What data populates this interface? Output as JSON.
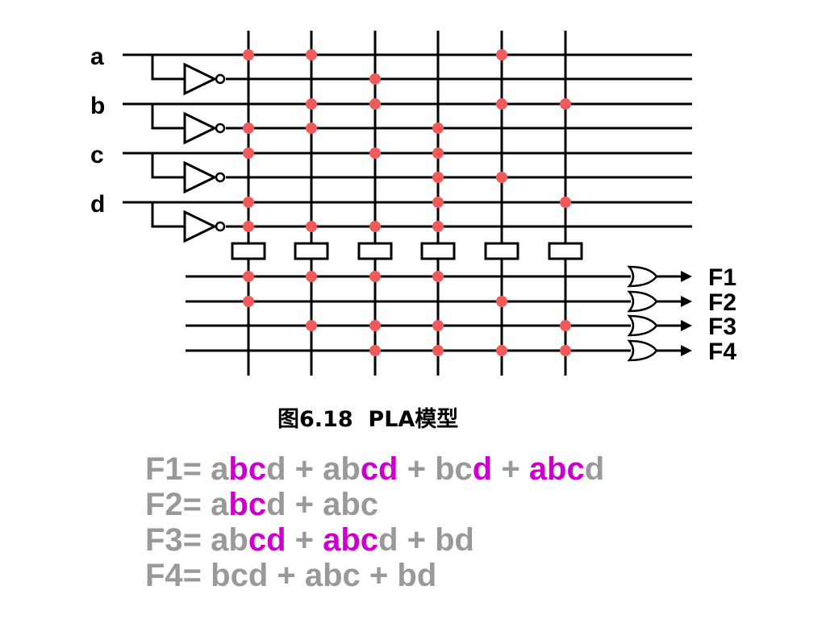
{
  "diagram": {
    "input_labels": [
      "a",
      "b",
      "c",
      "d"
    ],
    "output_labels": [
      "F1",
      "F2",
      "F3",
      "F4"
    ],
    "and_connections": [
      [
        0,
        3,
        4,
        6,
        7
      ],
      [
        0,
        2,
        3,
        7
      ],
      [
        1,
        2,
        4,
        7
      ],
      [
        3,
        4,
        5,
        6,
        7
      ],
      [
        0,
        2,
        5
      ],
      [
        2,
        6
      ]
    ],
    "or_connections": [
      [
        0,
        1
      ],
      [
        0,
        2
      ],
      [
        0,
        2,
        3
      ],
      [
        0,
        2,
        3
      ],
      [
        1,
        3
      ],
      [
        2,
        3
      ]
    ],
    "colors": {
      "line": "#000000",
      "dot": "#f05a5a",
      "text_gray": "#999999",
      "highlight": "#cc00cc"
    }
  },
  "caption": "图6.18  PLA模型",
  "equations": [
    {
      "label": "F1=",
      "terms": [
        [
          [
            "a",
            false
          ],
          [
            "bc",
            true
          ],
          [
            "d",
            false
          ]
        ],
        [
          [
            "ab",
            false
          ],
          [
            "cd",
            true
          ]
        ],
        [
          [
            "bc",
            false
          ],
          [
            "d",
            true
          ]
        ],
        [
          [
            "abc",
            true
          ],
          [
            "d",
            false
          ]
        ]
      ]
    },
    {
      "label": "F2=",
      "terms": [
        [
          [
            "a",
            false
          ],
          [
            "bc",
            true
          ],
          [
            "d",
            false
          ]
        ],
        [
          [
            "abc",
            false
          ]
        ]
      ]
    },
    {
      "label": "F3=",
      "terms": [
        [
          [
            "ab",
            false
          ],
          [
            "cd",
            true
          ]
        ],
        [
          [
            "abc",
            true
          ],
          [
            "d",
            false
          ]
        ],
        [
          [
            "bd",
            false
          ]
        ]
      ]
    },
    {
      "label": "F4=",
      "terms": [
        [
          [
            "bcd",
            false
          ]
        ],
        [
          [
            "abc",
            false
          ]
        ],
        [
          [
            "bd",
            false
          ]
        ]
      ]
    }
  ]
}
